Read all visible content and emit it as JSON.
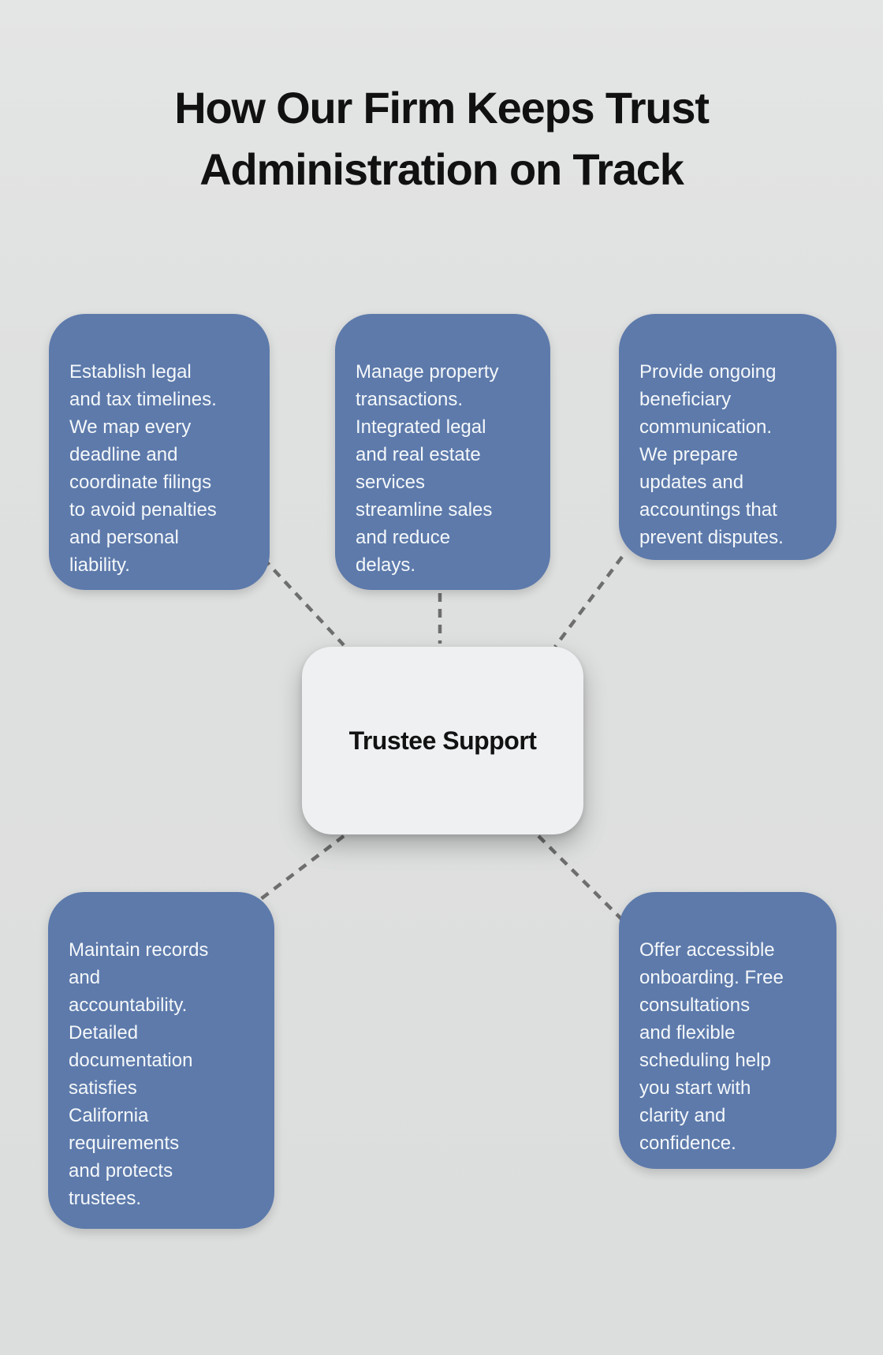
{
  "title": {
    "line1": "How Our Firm Keeps Trust",
    "line2": "Administration on Track"
  },
  "center_node": {
    "label": "Trustee Support"
  },
  "nodes": [
    {
      "name": "establish-timelines",
      "text": "Establish legal\nand tax timelines.\nWe map every\ndeadline and\ncoordinate filings\nto avoid penalties\nand personal\nliability."
    },
    {
      "name": "manage-property-transactions",
      "text": "Manage property\ntransactions.\nIntegrated legal\nand real estate\nservices\nstreamline sales\nand reduce\ndelays."
    },
    {
      "name": "beneficiary-communication",
      "text": "Provide ongoing\nbeneficiary\ncommunication.\nWe prepare\nupdates and\naccountings that\nprevent disputes."
    },
    {
      "name": "records-accountability",
      "text": "Maintain records\nand\naccountability.\nDetailed\ndocumentation\nsatisfies\nCalifornia\nrequirements\nand protects\ntrustees."
    },
    {
      "name": "accessible-onboarding",
      "text": "Offer accessible\nonboarding. Free\nconsultations\nand flexible\nscheduling help\nyou start with\nclarity and\nconfidence."
    }
  ],
  "colors": {
    "background": "#e0e1e1",
    "node_fill": "#5d7aab",
    "node_text": "#f5f8fa",
    "center_fill": "#eef0f2",
    "center_text": "#121212",
    "connector": "#6e6e6e",
    "title_text": "#111111"
  }
}
